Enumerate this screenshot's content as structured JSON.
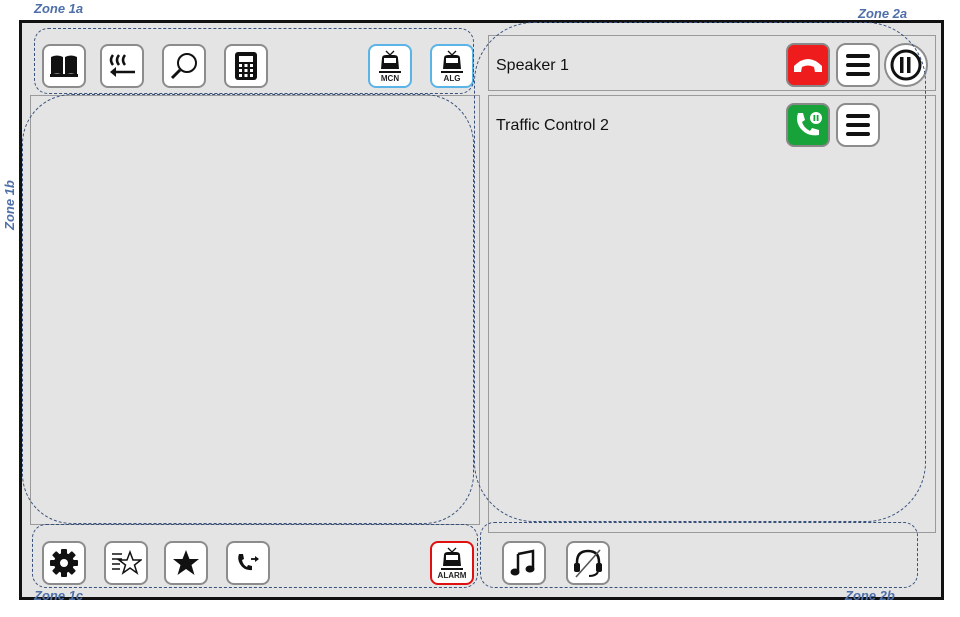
{
  "zones": {
    "zone_1a": "Zone 1a",
    "zone_1b": "Zone 1b",
    "zone_1c": "Zone 1c",
    "zone_2a": "Zone 2a",
    "zone_2b": "Zone 2b"
  },
  "toolbar_top": {
    "buttons": [
      {
        "icon": "phonebook-icon"
      },
      {
        "icon": "call-history-icon"
      },
      {
        "icon": "search-icon"
      },
      {
        "icon": "keypad-icon"
      }
    ],
    "train_buttons": [
      {
        "icon": "train-icon",
        "label": "MCN"
      },
      {
        "icon": "train-icon",
        "label": "ALG"
      }
    ]
  },
  "calls": [
    {
      "label": "Speaker 1",
      "actions": [
        "hang-up-icon",
        "menu-icon",
        "hold-icon"
      ]
    },
    {
      "label": "Traffic Control 2",
      "actions": [
        "resume-held-call-icon",
        "menu-icon"
      ]
    }
  ],
  "toolbar_bottom": {
    "buttons": [
      {
        "icon": "settings-gear-icon"
      },
      {
        "icon": "favorites-list-icon"
      },
      {
        "icon": "star-icon"
      },
      {
        "icon": "call-transfer-icon"
      }
    ],
    "alarm_button": {
      "icon": "train-icon",
      "label": "ALARM"
    }
  },
  "media": {
    "buttons": [
      {
        "icon": "music-icon"
      },
      {
        "icon": "headset-muted-icon"
      }
    ]
  },
  "colors": {
    "screen_bg": "#e4e4e4",
    "hangup_red": "#ee1c1c",
    "resume_green": "#17a33a",
    "train_border": "#5ab4e8",
    "alarm_border": "#e01010",
    "zone_outline": "#37507c",
    "zone_label": "#4f6fa8"
  }
}
